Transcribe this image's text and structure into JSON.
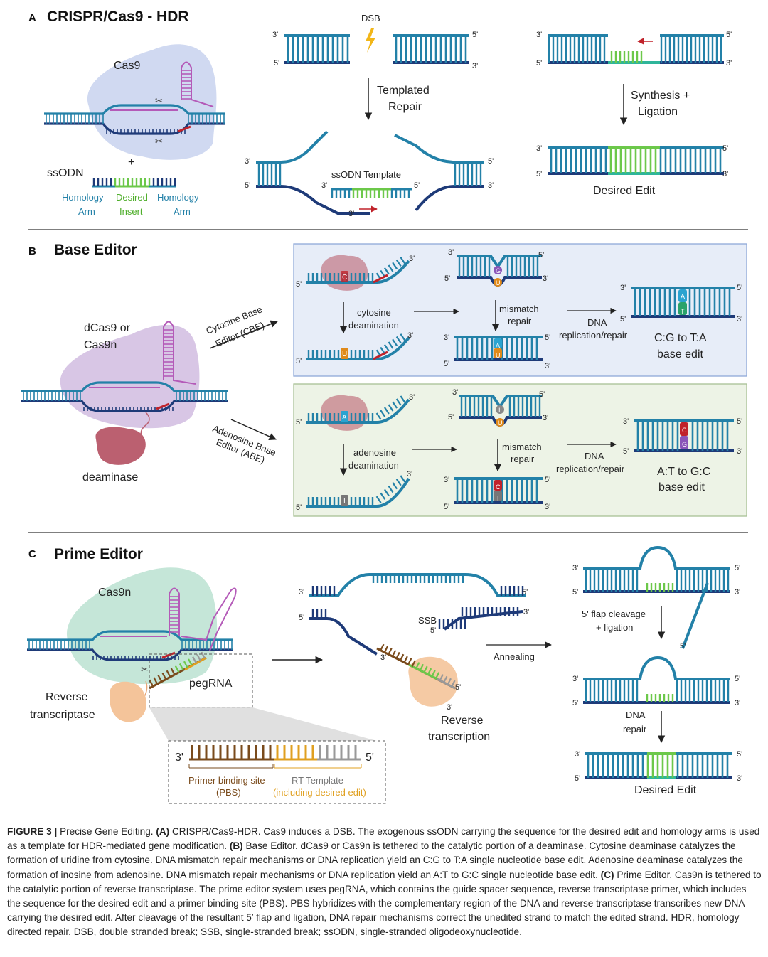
{
  "colors": {
    "strand_top": "#2381a8",
    "strand_bottom": "#1e3a78",
    "desired_edit": "#6cc84a",
    "cut_red": "#c0222a",
    "cas9_blob": "#c8d2ee",
    "base_editor_blob": "#d4c0e2",
    "prime_blob": "#bfe3d4",
    "deaminase": "#bb6070",
    "reverse_transcriptase": "#f4c49a",
    "cbe_panel": "#e7edf8",
    "abe_panel": "#edf3e6",
    "pbs": "#7a4b1c",
    "rt_template": "#e0a020",
    "arrow_red": "#c0222a",
    "lightning": "#f2b618"
  },
  "panel_a": {
    "letter": "A",
    "title": "CRISPR/Cas9 - HDR",
    "cas9": "Cas9",
    "plus": "+",
    "ssodn": "ssODN",
    "homology_arm_left_1": "Homology",
    "homology_arm_left_2": "Arm",
    "desired_insert_1": "Desired",
    "desired_insert_2": "Insert",
    "homology_arm_right_1": "Homology",
    "homology_arm_right_2": "Arm",
    "dsb": "DSB",
    "templated_repair_1": "Templated",
    "templated_repair_2": "Repair",
    "ssodn_template": "ssODN Template",
    "synthesis_ligation_1": "Synthesis +",
    "synthesis_ligation_2": "Ligation",
    "desired_edit": "Desired Edit"
  },
  "panel_b": {
    "letter": "B",
    "title": "Base Editor",
    "dcas9_1": "dCas9 or",
    "dcas9_2": "Cas9n",
    "deaminase": "deaminase",
    "cbe_1": "Cytosine Base",
    "cbe_2": "Editor (CBE)",
    "abe_1": "Adenosine Base",
    "abe_2": "Editor (ABE)",
    "cytosine_deamination_1": "cytosine",
    "cytosine_deamination_2": "deamination",
    "adenosine_deamination_1": "adenosine",
    "adenosine_deamination_2": "deamination",
    "mismatch_repair_1": "mismatch",
    "mismatch_repair_2": "repair",
    "dna_replication_1": "DNA",
    "dna_replication_2": "replication/repair",
    "cg_ta_1": "C:G to T:A",
    "cg_ta_2": "base edit",
    "at_gc_1": "A:T to G:C",
    "at_gc_2": "base edit",
    "base_c": "C",
    "base_u": "U",
    "base_g": "G",
    "base_a": "A",
    "base_t": "T",
    "base_i": "I"
  },
  "panel_c": {
    "letter": "C",
    "title": "Prime Editor",
    "cas9n": "Cas9n",
    "reverse_transcriptase_1": "Reverse",
    "reverse_transcriptase_2": "transcriptase",
    "pegrna": "pegRNA",
    "ssb": "SSB",
    "annealing": "Annealing",
    "reverse_transcription_1": "Reverse",
    "reverse_transcription_2": "transcription",
    "flap_cleavage_1": "5' flap cleavage",
    "flap_cleavage_2": "+ ligation",
    "dna_repair_1": "DNA",
    "dna_repair_2": "repair",
    "desired_edit": "Desired Edit",
    "pbs_1": "Primer binding site",
    "pbs_2": "(PBS)",
    "rt_template_1": "RT Template",
    "rt_template_2": "(including desired edit)"
  },
  "ends": {
    "three_prime": "3'",
    "five_prime": "5'"
  },
  "caption": {
    "label": "FIGURE 3 |",
    "title": "Precise Gene Editing.",
    "a_label": "(A)",
    "a_text": "CRISPR/Cas9-HDR. Cas9 induces a DSB. The exogenous ssODN carrying the sequence for the desired edit and homology arms is used as a template for HDR-mediated gene modification.",
    "b_label": "(B)",
    "b_text": "Base Editor. dCas9 or Cas9n is tethered to the catalytic portion of a deaminase. Cytosine deaminase catalyzes the formation of uridine from cytosine. DNA mismatch repair mechanisms or DNA replication yield an C:G to T:A single nucleotide base edit. Adenosine deaminase catalyzes the formation of inosine from adenosine. DNA mismatch repair mechanisms or DNA replication yield an A:T to G:C single nucleotide base edit.",
    "c_label": "(C)",
    "c_text": "Prime Editor. Cas9n is tethered to the catalytic portion of reverse transcriptase. The prime editor system uses pegRNA, which contains the guide spacer sequence, reverse transcriptase primer, which includes the sequence for the desired edit and a primer binding site (PBS). PBS hybridizes with the complementary region of the DNA and reverse transcriptase transcribes new DNA carrying the desired edit. After cleavage of the resultant 5′ flap and ligation, DNA repair mechanisms correct the unedited strand to match the edited strand. HDR, homology directed repair. DSB, double stranded break; SSB, single-stranded break; ssODN, single-stranded oligodeoxynucleotide."
  }
}
